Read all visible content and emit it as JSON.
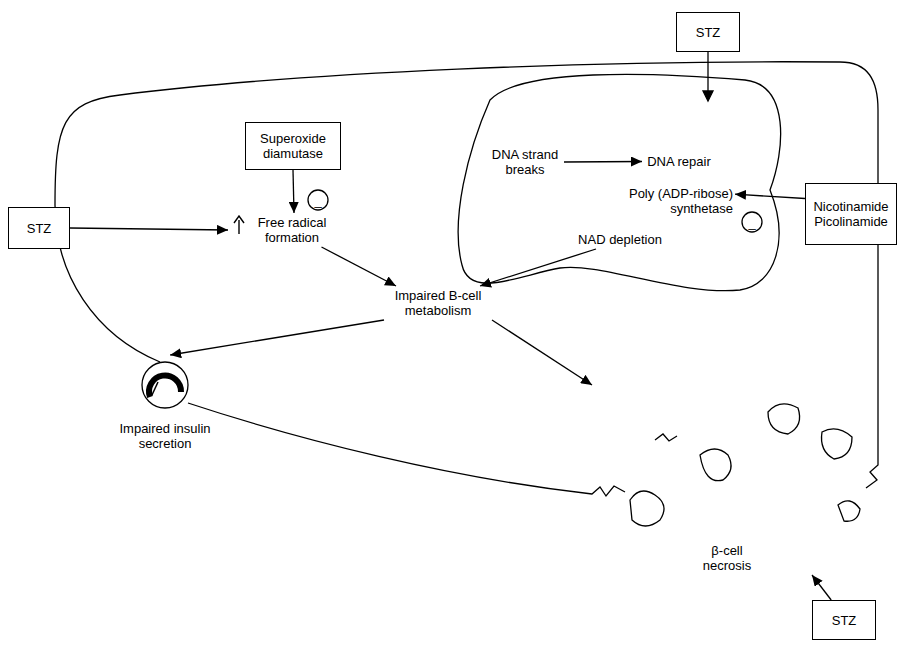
{
  "diagram": {
    "nodes": [
      {
        "text": [
          "STZ"
        ]
      },
      {
        "text": [
          "DNA strand breaks"
        ]
      },
      {
        "text": [
          "DNA repair"
        ]
      },
      {
        "text": [
          "Superoxide diamutase"
        ]
      },
      {
        "text": [
          "Poly (ADP-ribose) synthetase"
        ]
      },
      {
        "text": [
          "Nicotinamide Picolinamide"
        ]
      },
      {
        "text": [
          "STZ"
        ]
      },
      {
        "text": [
          "Free radical formation"
        ]
      },
      {
        "text": [
          "NAD depletion"
        ]
      },
      {
        "text": [
          "Impaired B-cell metabolism"
        ]
      },
      {
        "text": [
          "Impaired insulin secretion"
        ]
      },
      {
        "text": [
          "β-cell necrosis"
        ]
      },
      {
        "text": [
          "STZ"
        ]
      }
    ],
    "edges": [
      {
        "from": 1,
        "to": 2,
        "arrow": "to"
      },
      {
        "from": 3,
        "to": 7,
        "arrow": "to"
      },
      {
        "from": 5,
        "to": 4,
        "arrow": "to"
      },
      {
        "from": 6,
        "to": 7,
        "arrow": "to"
      },
      {
        "from": 7,
        "to": 9,
        "arrow": "to"
      },
      {
        "from": 8,
        "to": 9,
        "arrow": "to"
      },
      {
        "from": 9,
        "to": 10,
        "arrow": "to"
      },
      {
        "from": 9,
        "to": 11,
        "arrow": "to"
      },
      {
        "from": 12,
        "to": 11,
        "arrow": "to"
      }
    ],
    "labels": [
      "_",
      "_"
    ]
  }
}
